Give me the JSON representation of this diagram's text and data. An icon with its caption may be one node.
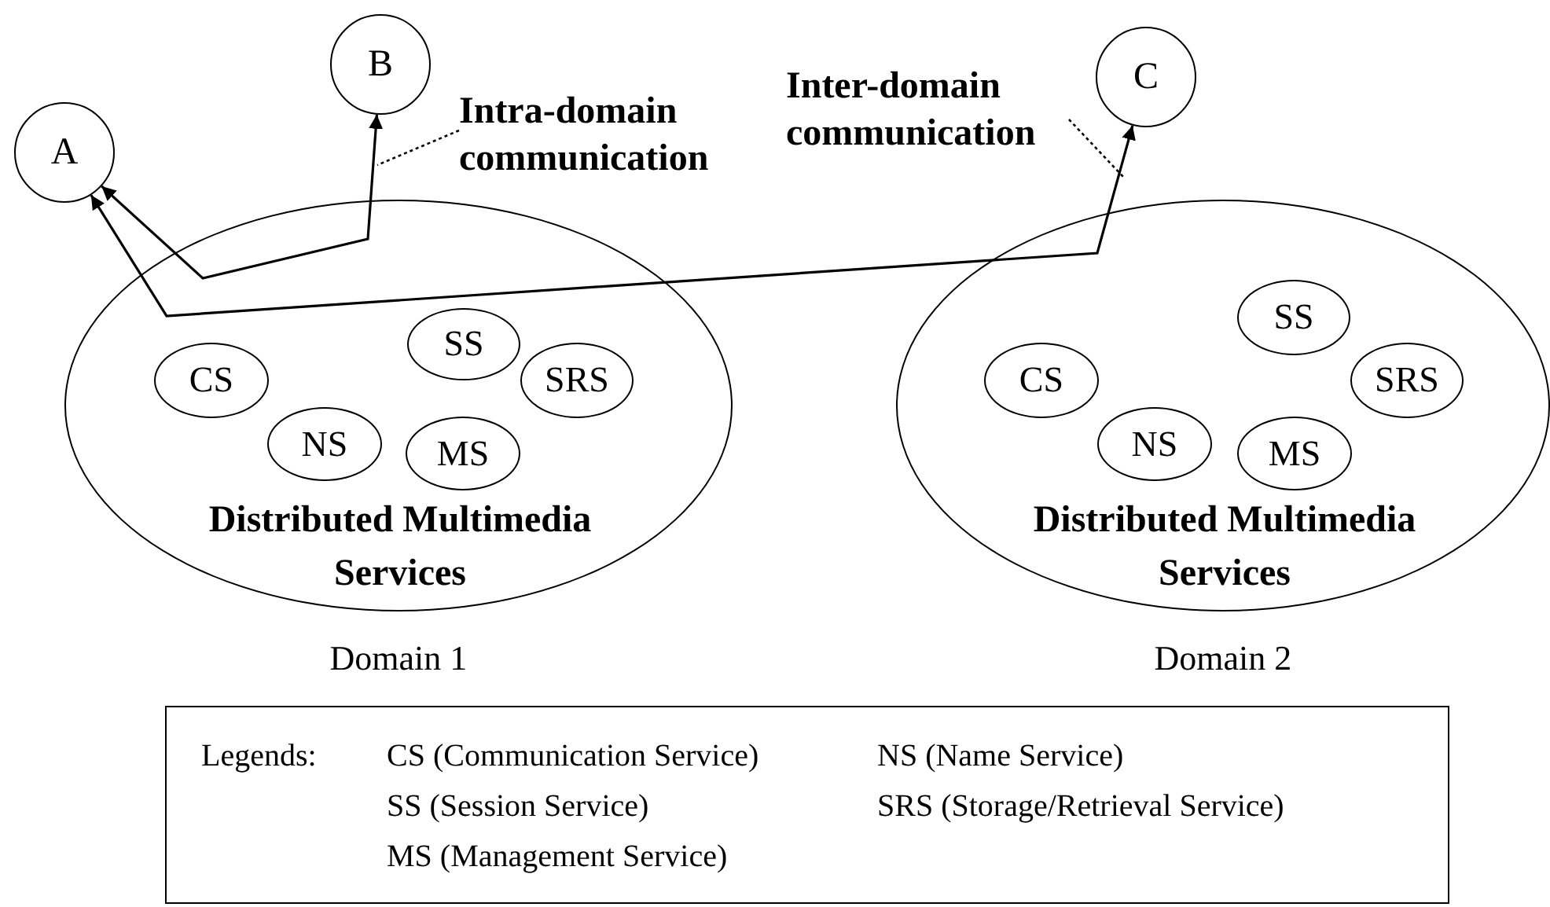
{
  "diagram": {
    "nodes": [
      {
        "text": [
          "A"
        ]
      },
      {
        "text": [
          "B"
        ]
      },
      {
        "text": [
          "C"
        ]
      },
      {
        "text": [
          "Distributed Multimedia Services"
        ],
        "beside": [
          "Domain 1"
        ]
      },
      {
        "text": [
          "SS"
        ],
        "in": 3
      },
      {
        "text": [
          "CS"
        ],
        "in": 3
      },
      {
        "text": [
          "SRS"
        ],
        "in": 3
      },
      {
        "text": [
          "NS"
        ],
        "in": 3
      },
      {
        "text": [
          "MS"
        ],
        "in": 3
      },
      {
        "text": [
          "Distributed Multimedia Services"
        ],
        "beside": [
          "Domain 2"
        ]
      },
      {
        "text": [
          "SS"
        ],
        "in": 9
      },
      {
        "text": [
          "CS"
        ],
        "in": 9
      },
      {
        "text": [
          "SRS"
        ],
        "in": 9
      },
      {
        "text": [
          "NS"
        ],
        "in": 9
      },
      {
        "text": [
          "MS"
        ],
        "in": 9
      },
      {
        "text": [
          "Intra-domain communication"
        ]
      },
      {
        "text": [
          "Inter-domain communication"
        ]
      },
      {
        "text": [
          "Legends:",
          "CS (Communication Service)",
          "NS (Name Service)",
          "SS (Session Service)",
          "SRS (Storage/Retrieval Service)",
          "MS (Management Service)"
        ]
      }
    ],
    "edges": [
      {
        "from": 0,
        "to": 1,
        "arrow": "both"
      },
      {
        "from": 0,
        "to": 2,
        "arrow": "both"
      },
      {
        "from": 15,
        "to": null,
        "arrow": "none",
        "style": "dashed"
      },
      {
        "from": 16,
        "to": null,
        "arrow": "none",
        "style": "dashed"
      }
    ]
  }
}
